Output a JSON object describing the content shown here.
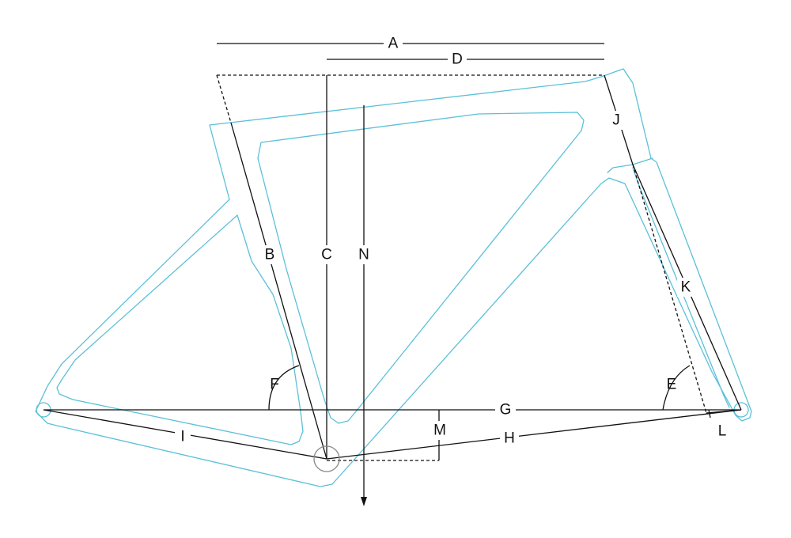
{
  "colors": {
    "frame": "#5bc0d8",
    "lines": "#111111",
    "background": "#ffffff"
  },
  "labels": {
    "A": "A",
    "B": "B",
    "C": "C",
    "D": "D",
    "E": "E",
    "F": "F",
    "G": "G",
    "H": "H",
    "I": "I",
    "J": "J",
    "K": "K",
    "L": "L",
    "M": "M",
    "N": "N"
  }
}
